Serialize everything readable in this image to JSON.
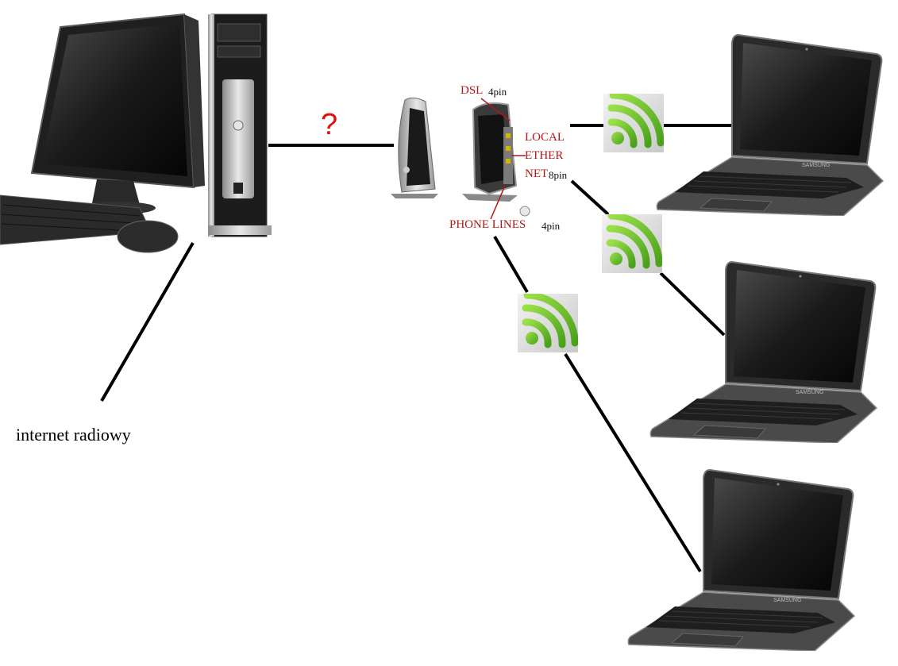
{
  "labels": {
    "question": "?",
    "dsl": "DSL",
    "dsl_pins": "4pin",
    "local": "LOCAL",
    "ether": "ETHER",
    "net": "NET",
    "ethernet_pins": "8pin",
    "phone_lines": "PHONE LINES",
    "phone_pins": "4pin",
    "internet_radio": "internet radiowy",
    "laptop_brand": "SAMSUNG"
  },
  "colors": {
    "wire": "#000000",
    "label_red": "#b01818",
    "question_red": "#e01010",
    "wifi_green": "#66bb22"
  },
  "icons": [
    "desktop-computer-icon",
    "modem-icon",
    "router-icon",
    "wifi-icon",
    "laptop-icon",
    "keyboard-icon",
    "mouse-icon"
  ]
}
